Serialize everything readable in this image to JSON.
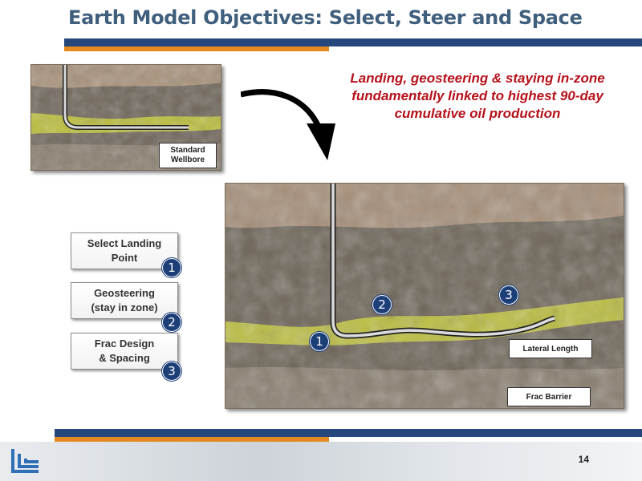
{
  "slide": {
    "title": "Earth Model Objectives: Select, Steer and Space",
    "page_number": "14"
  },
  "callout": {
    "text": "Landing, geosteering & staying in-zone fundamentally linked to highest 90-day cumulative oil production"
  },
  "small_panel": {
    "label_line1": "Standard",
    "label_line2": "Wellbore"
  },
  "large_panel": {
    "lateral_label": "Lateral Length",
    "frac_label": "Frac Barrier",
    "markers": [
      "1",
      "2",
      "3"
    ]
  },
  "objectives": [
    {
      "line1": "Select Landing",
      "line2": "Point",
      "number": "1"
    },
    {
      "line1": "Geosteering",
      "line2": "(stay in zone)",
      "number": "2"
    },
    {
      "line1": "Frac Design",
      "line2": "& Spacing",
      "number": "3"
    }
  ],
  "colors": {
    "title": "#3f5f7d",
    "bar_blue": "#25477b",
    "bar_orange": "#e4891f",
    "callout_red": "#b5121b",
    "badge_blue": "#1d3f78",
    "zone_yellow": "#c9cc3a",
    "rock_dark": "#6e6558",
    "rock_top": "#a58e78"
  }
}
